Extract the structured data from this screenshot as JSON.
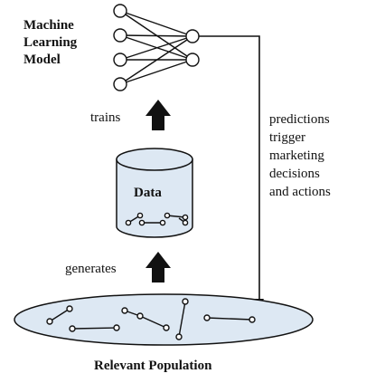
{
  "diagram": {
    "model_label": [
      "Machine",
      "Learning",
      "Model"
    ],
    "edge_trains": "trains",
    "edge_generates": "generates",
    "predictions_label": [
      "predictions",
      "trigger",
      "marketing",
      "decisions",
      "and actions"
    ],
    "data_label": "Data",
    "population_label": "Relevant Population"
  },
  "colors": {
    "fill": "#dde8f3",
    "stroke": "#111111",
    "text": "#111111"
  }
}
